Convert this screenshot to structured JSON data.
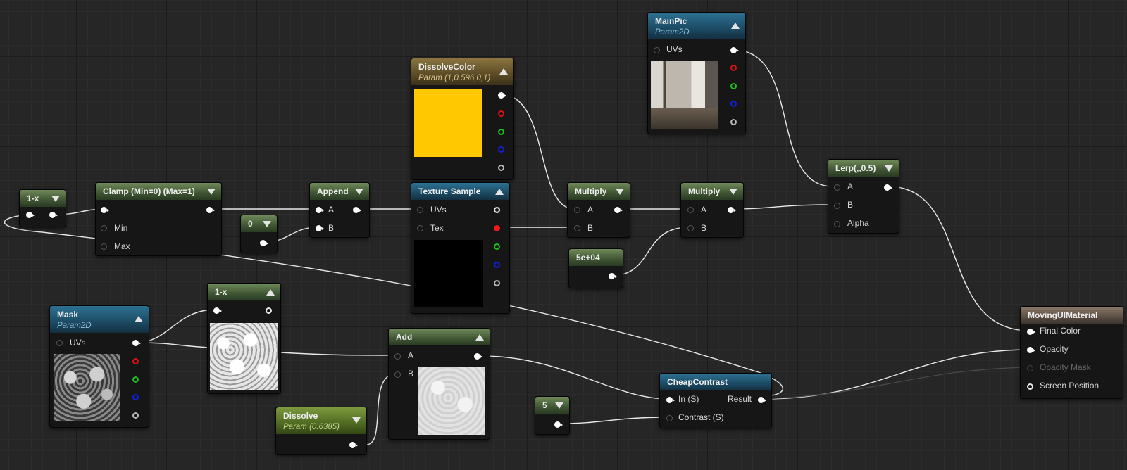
{
  "nodes": {
    "one_minus_a": {
      "title": "1-x"
    },
    "clamp": {
      "title": "Clamp (Min=0) (Max=1)",
      "pins": {
        "min": "Min",
        "max": "Max"
      }
    },
    "const_zero": {
      "title": "0"
    },
    "append": {
      "title": "Append",
      "pins": {
        "a": "A",
        "b": "B"
      }
    },
    "dissolve_color": {
      "title": "DissolveColor",
      "subtitle": "Param (1,0.596,0,1)",
      "swatch_color": "#ffc800"
    },
    "texture_sample": {
      "title": "Texture Sample",
      "pins": {
        "uvs": "UVs",
        "tex": "Tex"
      }
    },
    "multiply_1": {
      "title": "Multiply",
      "pins": {
        "a": "A",
        "b": "B"
      }
    },
    "multiply_2": {
      "title": "Multiply",
      "pins": {
        "a": "A",
        "b": "B"
      }
    },
    "const_5e04": {
      "title": "5e+04"
    },
    "main_pic": {
      "title": "MainPic",
      "subtitle": "Param2D",
      "pins": {
        "uvs": "UVs"
      }
    },
    "lerp": {
      "title": "Lerp(,,0.5)",
      "pins": {
        "a": "A",
        "b": "B",
        "alpha": "Alpha"
      }
    },
    "mask": {
      "title": "Mask",
      "subtitle": "Param2D",
      "pins": {
        "uvs": "UVs"
      }
    },
    "one_minus_b": {
      "title": "1-x"
    },
    "add": {
      "title": "Add",
      "pins": {
        "a": "A",
        "b": "B"
      }
    },
    "dissolve": {
      "title": "Dissolve",
      "subtitle": "Param (0.6385)"
    },
    "const_5": {
      "title": "5"
    },
    "cheap_contrast": {
      "title": "CheapContrast",
      "pins": {
        "in": "In (S)",
        "result": "Result",
        "contrast": "Contrast (S)"
      }
    },
    "output": {
      "title": "MovingUIMaterial",
      "pins": {
        "final_color": "Final Color",
        "opacity": "Opacity",
        "opacity_mask": "Opacity Mask",
        "screen_position": "Screen Position"
      }
    }
  },
  "colors": {
    "graph_background": "#262626",
    "pin_red": "#e01010",
    "pin_green": "#19c019",
    "pin_blue": "#1020e0",
    "dissolve_color_swatch": "#ffc800"
  }
}
